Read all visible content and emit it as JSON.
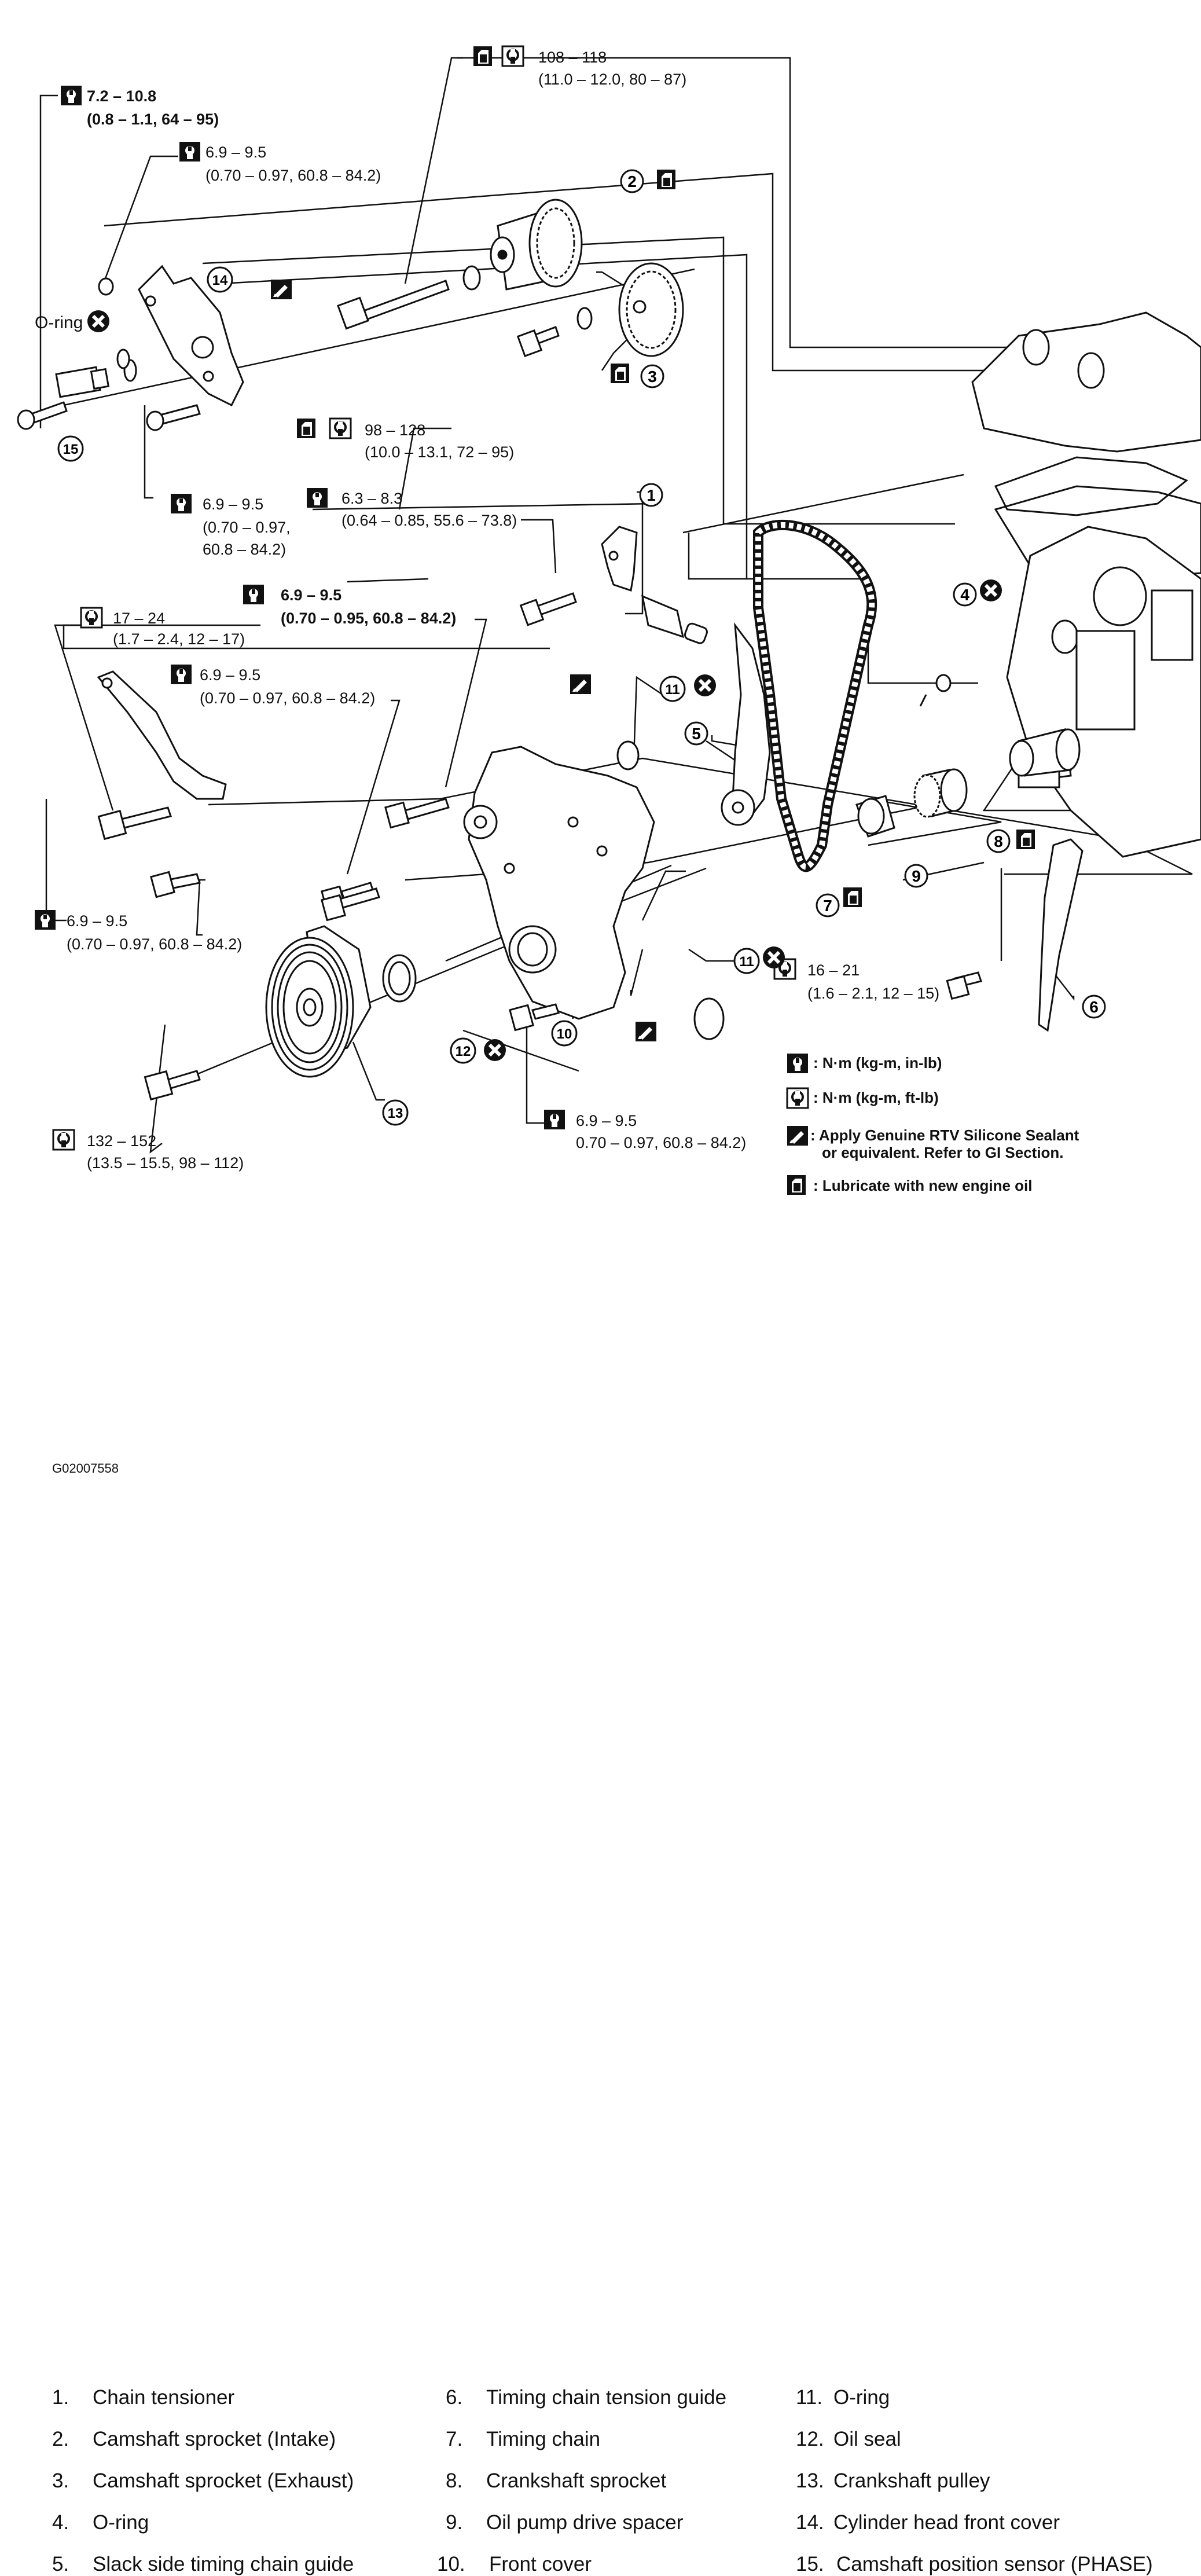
{
  "torque_specs": {
    "t1": {
      "value": "7.2 – 10.8",
      "detail": "(0.8 – 1.1, 64 – 95)"
    },
    "t2": {
      "value": "6.9 – 9.5",
      "detail": "(0.70 – 0.97, 60.8 – 84.2)"
    },
    "t3": {
      "value": "108 – 118",
      "detail": "(11.0 – 12.0, 80 – 87)"
    },
    "t4": {
      "value": "98 – 128",
      "detail": "(10.0 – 13.1, 72 – 95)"
    },
    "t5": {
      "value": "6.9 – 9.5",
      "detail1": "(0.70 – 0.97,",
      "detail2": "60.8 – 84.2)"
    },
    "t6": {
      "value": "6.3 – 8.3",
      "detail": "(0.64 – 0.85, 55.6 – 73.8)"
    },
    "t7": {
      "value": "6.9 – 9.5",
      "detail": "(0.70 – 0.95, 60.8 – 84.2)"
    },
    "t8": {
      "value": "17 – 24",
      "detail": "(1.7 – 2.4, 12 – 17)"
    },
    "t9": {
      "value": "6.9 – 9.5",
      "detail": "(0.70 – 0.97, 60.8 – 84.2)"
    },
    "t10": {
      "value": "6.9 – 9.5",
      "detail": "(0.70 – 0.97, 60.8 – 84.2)"
    },
    "t11": {
      "value": "16 – 21",
      "detail": "(1.6 – 2.1, 12 – 15)"
    },
    "t12": {
      "value": "6.9 – 9.5",
      "detail": "0.70 – 0.97, 60.8 – 84.2)"
    },
    "t13": {
      "value": "132 – 152",
      "detail": "(13.5 – 15.5, 98 – 112)"
    }
  },
  "oring_label": "O-ring",
  "callouts": [
    "1",
    "2",
    "3",
    "4",
    "5",
    "6",
    "7",
    "8",
    "9",
    "10",
    "11",
    "12",
    "13",
    "14",
    "15"
  ],
  "legend": {
    "nm_inlb": ": N·m (kg-m, in-lb)",
    "nm_ftlb": ": N·m (kg-m, ft-lb)",
    "sealant1": ": Apply Genuine RTV Silicone Sealant",
    "sealant2": "or equivalent. Refer to GI Section.",
    "lubricate": ": Lubricate with new engine oil"
  },
  "parts": [
    {
      "num": "1.",
      "name": "Chain tensioner"
    },
    {
      "num": "2.",
      "name": "Camshaft sprocket (Intake)"
    },
    {
      "num": "3.",
      "name": "Camshaft sprocket (Exhaust)"
    },
    {
      "num": "4.",
      "name": "O-ring"
    },
    {
      "num": "5.",
      "name": "Slack side timing chain guide"
    },
    {
      "num": "6.",
      "name": "Timing chain tension guide"
    },
    {
      "num": "7.",
      "name": "Timing chain"
    },
    {
      "num": "8.",
      "name": "Crankshaft sprocket"
    },
    {
      "num": "9.",
      "name": "Oil pump drive spacer"
    },
    {
      "num": "10.",
      "name": "Front cover"
    },
    {
      "num": "11.",
      "name": "O-ring"
    },
    {
      "num": "12.",
      "name": "Oil seal"
    },
    {
      "num": "13.",
      "name": "Crankshaft pulley"
    },
    {
      "num": "14.",
      "name": "Cylinder head front cover"
    },
    {
      "num": "15.",
      "name": "Camshaft position sensor (PHASE)"
    }
  ],
  "figure_id": "G02007558"
}
